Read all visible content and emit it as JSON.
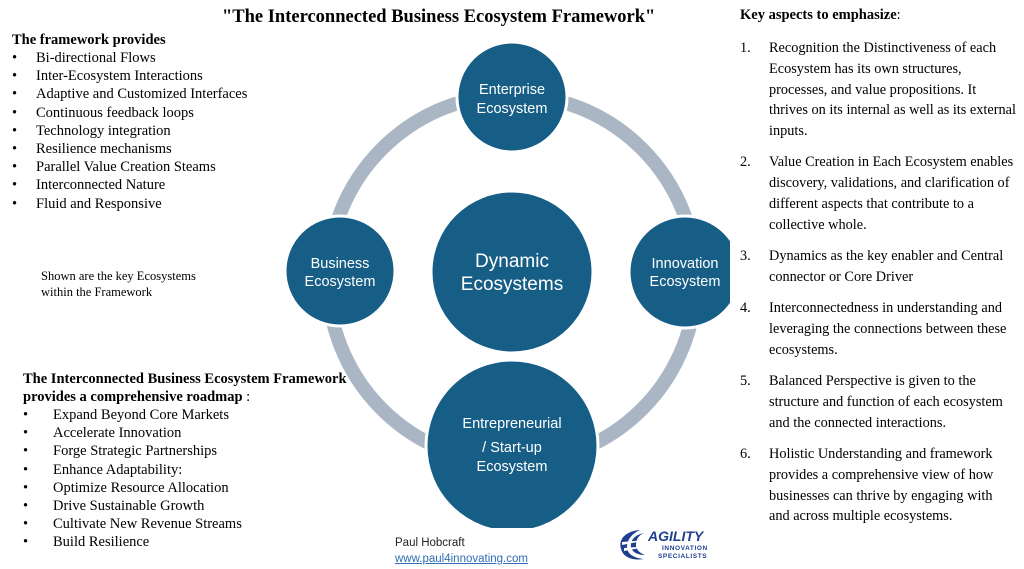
{
  "title": "\"The Interconnected Business Ecosystem Framework\"",
  "framework_provides": {
    "heading": "The framework provides",
    "items": [
      "Bi-directional Flows",
      "Inter-Ecosystem Interactions",
      "Adaptive and Customized Interfaces",
      "Continuous feedback loops",
      "Technology integration",
      "Resilience mechanisms",
      "Parallel Value Creation Steams",
      "Interconnected Nature",
      "Fluid and Responsive"
    ]
  },
  "caption": "Shown are the key Ecosystems within the Framework",
  "roadmap": {
    "heading": "The Interconnected Business Ecosystem Framework provides a comprehensive roadmap",
    "suffix": " :",
    "items": [
      "Expand Beyond Core Markets",
      "Accelerate Innovation",
      "Forge Strategic Partnerships",
      "Enhance Adaptability:",
      "Optimize Resource Allocation",
      "Drive Sustainable Growth",
      "Cultivate New Revenue Streams",
      "Build Resilience"
    ]
  },
  "key_aspects": {
    "heading": "Key aspects to emphasize",
    "colon": ":",
    "items": [
      {
        "num": "1.",
        "text": "Recognition the Distinctiveness of each Ecosystem has its own structures, processes, and value propositions. It thrives on its internal as well as its external inputs."
      },
      {
        "num": "2.",
        "text": "Value Creation in Each Ecosystem enables discovery, validations, and clarification of different aspects that contribute to a collective whole."
      },
      {
        "num": "3.",
        "text": "Dynamics as the key enabler and Central connector or Core Driver"
      },
      {
        "num": "4.",
        "text": "Interconnectedness in understanding and leveraging the connections between these ecosystems."
      },
      {
        "num": "5.",
        "text": "Balanced Perspective is given to the structure and function of each ecosystem and the connected interactions."
      },
      {
        "num": "6.",
        "text": "Holistic Understanding and framework provides a comprehensive view of how businesses can thrive by engaging with and across multiple ecosystems."
      }
    ]
  },
  "diagram": {
    "center": {
      "line1": "Dynamic",
      "line2": "Ecosystems"
    },
    "top": {
      "line1": "Enterprise",
      "line2": "Ecosystem"
    },
    "left": {
      "line1": "Business",
      "line2": "Ecosystem"
    },
    "right": {
      "line1": "Innovation",
      "line2": "Ecosystem"
    },
    "bottom": {
      "line1": "Entrepreneurial",
      "line2": "/ Start-up",
      "line3": "Ecosystem"
    }
  },
  "author": {
    "name": "Paul Hobcraft",
    "url": "www.paul4innovating.com"
  },
  "logo": {
    "line1": "AGILITY",
    "line2": "INNOVATION",
    "line3": "SPECIALISTS"
  },
  "colors": {
    "node": "#175e86",
    "ring": "#aab6c4",
    "node_border": "#ffffff"
  }
}
